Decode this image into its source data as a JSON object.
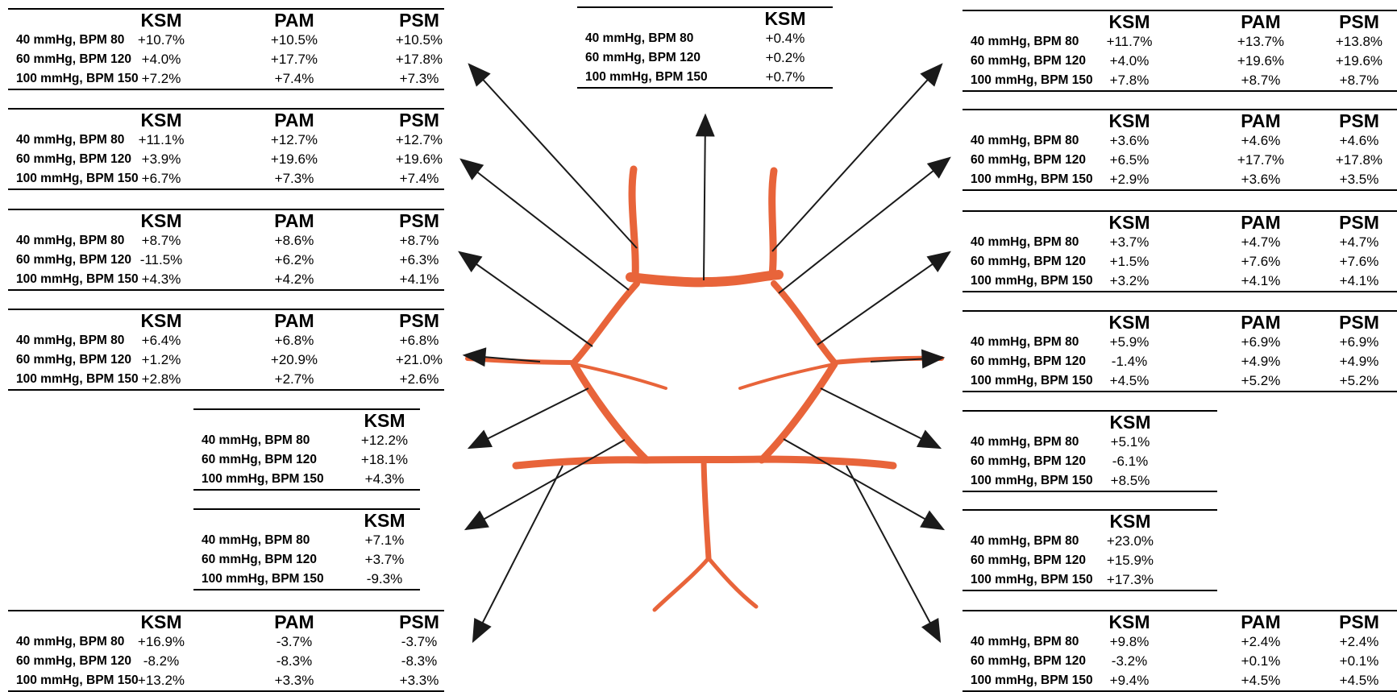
{
  "colors": {
    "vessel": "#e8643a",
    "arrow": "#1a1a1a",
    "rule": "#000000"
  },
  "tables": [
    {
      "id": "left-1",
      "columns": [
        "KSM",
        "PAM",
        "PSM"
      ],
      "rows": [
        {
          "label": "40 mmHg, BPM 80",
          "values": [
            "+10.7%",
            "+10.5%",
            "+10.5%"
          ]
        },
        {
          "label": "60 mmHg, BPM 120",
          "values": [
            "+4.0%",
            "+17.7%",
            "+17.8%"
          ]
        },
        {
          "label": "100 mmHg, BPM 150",
          "values": [
            "+7.2%",
            "+7.4%",
            "+7.3%"
          ]
        }
      ]
    },
    {
      "id": "left-2",
      "columns": [
        "KSM",
        "PAM",
        "PSM"
      ],
      "rows": [
        {
          "label": "40 mmHg, BPM 80",
          "values": [
            "+11.1%",
            "+12.7%",
            "+12.7%"
          ]
        },
        {
          "label": "60 mmHg, BPM 120",
          "values": [
            "+3.9%",
            "+19.6%",
            "+19.6%"
          ]
        },
        {
          "label": "100 mmHg, BPM 150",
          "values": [
            "+6.7%",
            "+7.3%",
            "+7.4%"
          ]
        }
      ]
    },
    {
      "id": "left-3",
      "columns": [
        "KSM",
        "PAM",
        "PSM"
      ],
      "rows": [
        {
          "label": "40 mmHg, BPM 80",
          "values": [
            "+8.7%",
            "+8.6%",
            "+8.7%"
          ]
        },
        {
          "label": "60 mmHg, BPM 120",
          "values": [
            "-11.5%",
            "+6.2%",
            "+6.3%"
          ]
        },
        {
          "label": "100 mmHg, BPM 150",
          "values": [
            "+4.3%",
            "+4.2%",
            "+4.1%"
          ]
        }
      ]
    },
    {
      "id": "left-4",
      "columns": [
        "KSM",
        "PAM",
        "PSM"
      ],
      "rows": [
        {
          "label": "40 mmHg, BPM 80",
          "values": [
            "+6.4%",
            "+6.8%",
            "+6.8%"
          ]
        },
        {
          "label": "60 mmHg, BPM 120",
          "values": [
            "+1.2%",
            "+20.9%",
            "+21.0%"
          ]
        },
        {
          "label": "100 mmHg, BPM 150",
          "values": [
            "+2.8%",
            "+2.7%",
            "+2.6%"
          ]
        }
      ]
    },
    {
      "id": "left-5",
      "columns": [
        "KSM"
      ],
      "rows": [
        {
          "label": "40 mmHg, BPM 80",
          "values": [
            "+12.2%"
          ]
        },
        {
          "label": "60 mmHg, BPM 120",
          "values": [
            "+18.1%"
          ]
        },
        {
          "label": "100 mmHg, BPM 150",
          "values": [
            "+4.3%"
          ]
        }
      ]
    },
    {
      "id": "left-6",
      "columns": [
        "KSM"
      ],
      "rows": [
        {
          "label": "40 mmHg, BPM 80",
          "values": [
            "+7.1%"
          ]
        },
        {
          "label": "60 mmHg, BPM 120",
          "values": [
            "+3.7%"
          ]
        },
        {
          "label": "100 mmHg, BPM 150",
          "values": [
            "-9.3%"
          ]
        }
      ]
    },
    {
      "id": "left-7",
      "columns": [
        "KSM",
        "PAM",
        "PSM"
      ],
      "rows": [
        {
          "label": "40 mmHg, BPM 80",
          "values": [
            "+16.9%",
            "-3.7%",
            "-3.7%"
          ]
        },
        {
          "label": "60 mmHg, BPM 120",
          "values": [
            "-8.2%",
            "-8.3%",
            "-8.3%"
          ]
        },
        {
          "label": "100 mmHg, BPM 150",
          "values": [
            "+13.2%",
            "+3.3%",
            "+3.3%"
          ]
        }
      ]
    },
    {
      "id": "top-center",
      "columns": [
        "KSM"
      ],
      "rows": [
        {
          "label": "40 mmHg, BPM 80",
          "values": [
            "+0.4%"
          ]
        },
        {
          "label": "60 mmHg, BPM 120",
          "values": [
            "+0.2%"
          ]
        },
        {
          "label": "100 mmHg, BPM 150",
          "values": [
            "+0.7%"
          ]
        }
      ]
    },
    {
      "id": "right-1",
      "columns": [
        "KSM",
        "PAM",
        "PSM"
      ],
      "rows": [
        {
          "label": "40 mmHg, BPM 80",
          "values": [
            "+11.7%",
            "+13.7%",
            "+13.8%"
          ]
        },
        {
          "label": "60 mmHg, BPM 120",
          "values": [
            "+4.0%",
            "+19.6%",
            "+19.6%"
          ]
        },
        {
          "label": "100 mmHg, BPM 150",
          "values": [
            "+7.8%",
            "+8.7%",
            "+8.7%"
          ]
        }
      ]
    },
    {
      "id": "right-2",
      "columns": [
        "KSM",
        "PAM",
        "PSM"
      ],
      "rows": [
        {
          "label": "40 mmHg, BPM 80",
          "values": [
            "+3.6%",
            "+4.6%",
            "+4.6%"
          ]
        },
        {
          "label": "60 mmHg, BPM 120",
          "values": [
            "+6.5%",
            "+17.7%",
            "+17.8%"
          ]
        },
        {
          "label": "100 mmHg, BPM 150",
          "values": [
            "+2.9%",
            "+3.6%",
            "+3.5%"
          ]
        }
      ]
    },
    {
      "id": "right-3",
      "columns": [
        "KSM",
        "PAM",
        "PSM"
      ],
      "rows": [
        {
          "label": "40 mmHg, BPM 80",
          "values": [
            "+3.7%",
            "+4.7%",
            "+4.7%"
          ]
        },
        {
          "label": "60 mmHg, BPM 120",
          "values": [
            "+1.5%",
            "+7.6%",
            "+7.6%"
          ]
        },
        {
          "label": "100 mmHg, BPM 150",
          "values": [
            "+3.2%",
            "+4.1%",
            "+4.1%"
          ]
        }
      ]
    },
    {
      "id": "right-4",
      "columns": [
        "KSM",
        "PAM",
        "PSM"
      ],
      "rows": [
        {
          "label": "40 mmHg, BPM 80",
          "values": [
            "+5.9%",
            "+6.9%",
            "+6.9%"
          ]
        },
        {
          "label": "60 mmHg, BPM 120",
          "values": [
            "-1.4%",
            "+4.9%",
            "+4.9%"
          ]
        },
        {
          "label": "100 mmHg, BPM 150",
          "values": [
            "+4.5%",
            "+5.2%",
            "+5.2%"
          ]
        }
      ]
    },
    {
      "id": "right-5",
      "columns": [
        "KSM"
      ],
      "rows": [
        {
          "label": "40 mmHg, BPM 80",
          "values": [
            "+5.1%"
          ]
        },
        {
          "label": "60 mmHg, BPM 120",
          "values": [
            "-6.1%"
          ]
        },
        {
          "label": "100 mmHg, BPM 150",
          "values": [
            "+8.5%"
          ]
        }
      ]
    },
    {
      "id": "right-6",
      "columns": [
        "KSM"
      ],
      "rows": [
        {
          "label": "40 mmHg, BPM 80",
          "values": [
            "+23.0%"
          ]
        },
        {
          "label": "60 mmHg, BPM 120",
          "values": [
            "+15.9%"
          ]
        },
        {
          "label": "100 mmHg, BPM 150",
          "values": [
            "+17.3%"
          ]
        }
      ]
    },
    {
      "id": "right-7",
      "columns": [
        "KSM",
        "PAM",
        "PSM"
      ],
      "rows": [
        {
          "label": "40 mmHg, BPM 80",
          "values": [
            "+9.8%",
            "+2.4%",
            "+2.4%"
          ]
        },
        {
          "label": "60 mmHg, BPM 120",
          "values": [
            "-3.2%",
            "+0.1%",
            "+0.1%"
          ]
        },
        {
          "label": "100 mmHg, BPM 150",
          "values": [
            "+9.4%",
            "+4.5%",
            "+4.5%"
          ]
        }
      ]
    }
  ]
}
